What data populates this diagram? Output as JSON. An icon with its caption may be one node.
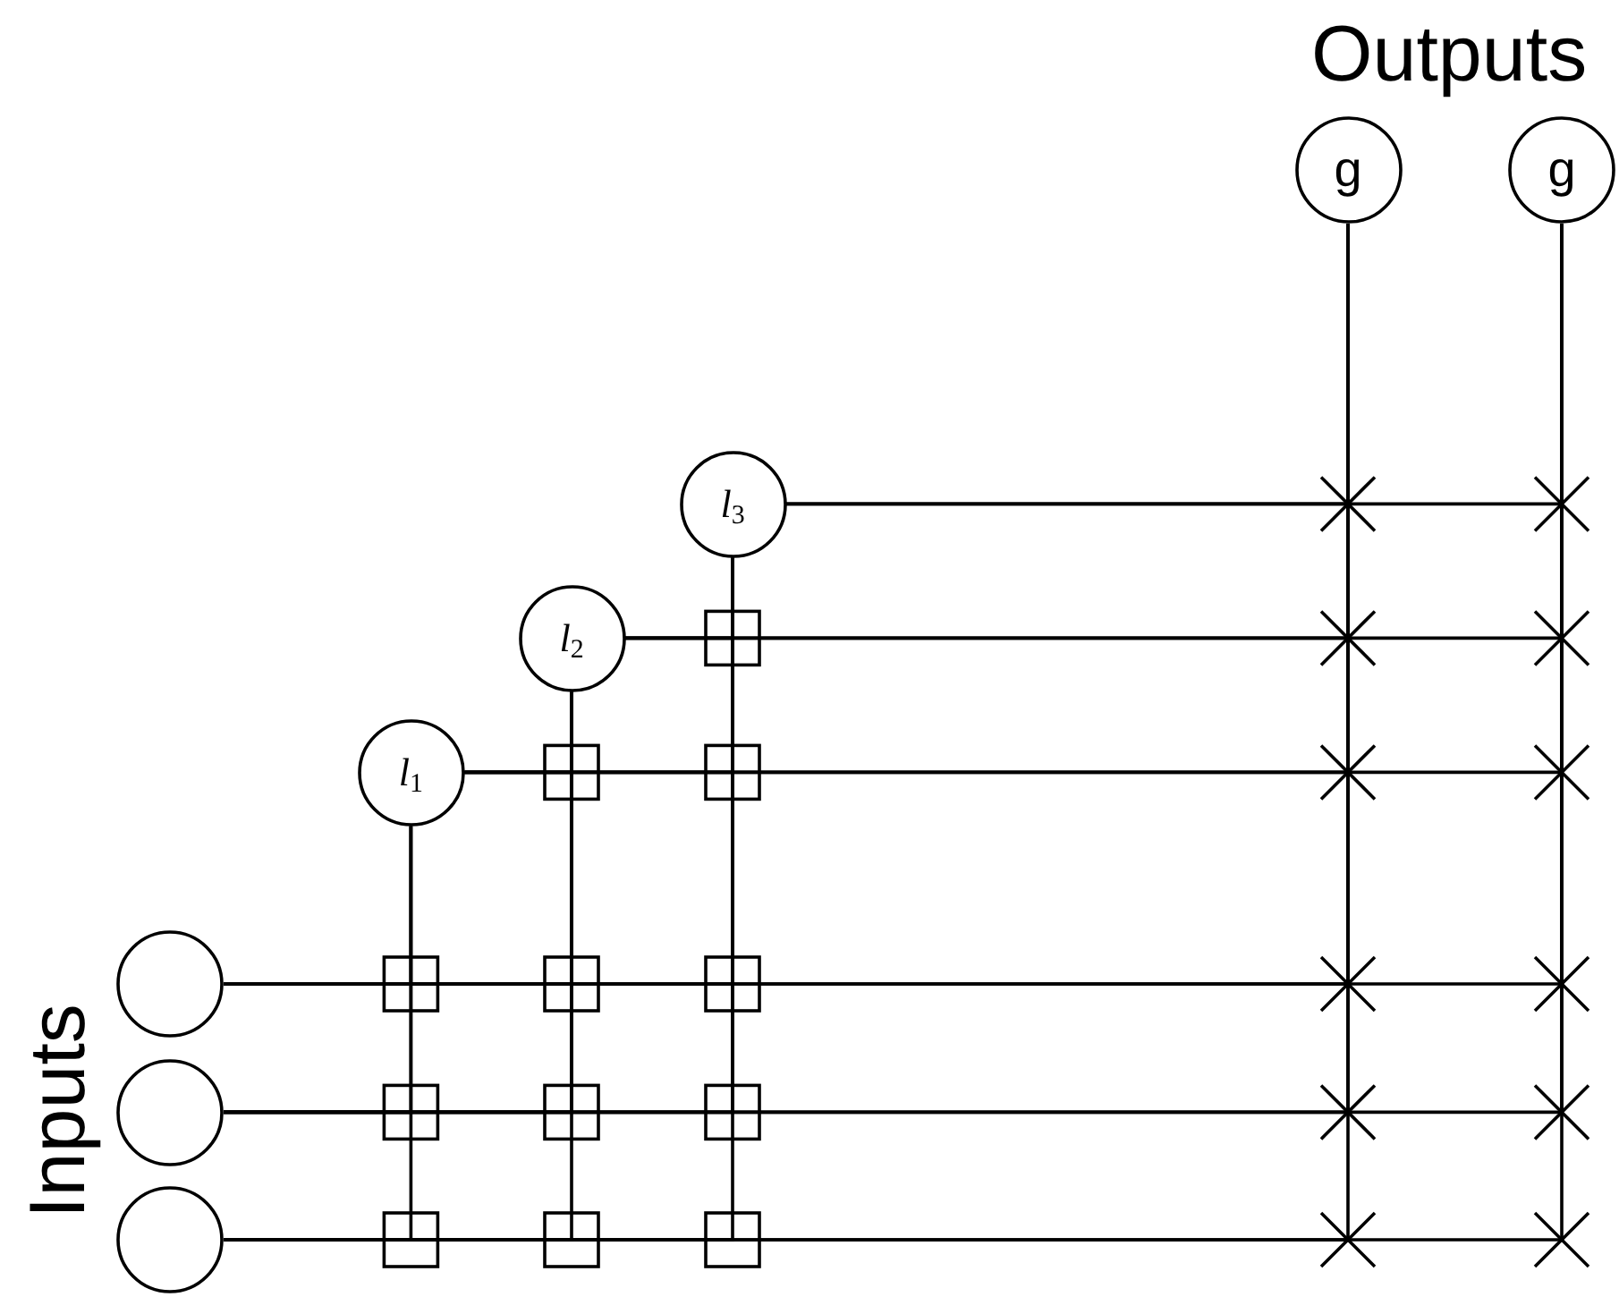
{
  "diagram": {
    "nodes": [
      {
        "text": [
          "g"
        ]
      },
      {
        "text": [
          "g"
        ]
      },
      {
        "text": [
          "*l*$_{3}$"
        ]
      },
      {
        "text": [
          "*l*$_{2}$"
        ]
      },
      {
        "text": [
          "*l*$_{1}$"
        ]
      },
      {
        "text": [],
        "shape": "circle"
      },
      {
        "text": [],
        "shape": "circle"
      },
      {
        "text": [],
        "shape": "circle"
      }
    ],
    "edges": [
      {
        "from": 2,
        "to": 0,
        "arrow": "none"
      },
      {
        "from": 2,
        "to": 1,
        "arrow": "none"
      },
      {
        "from": 3,
        "to": 2,
        "arrow": "none"
      },
      {
        "from": 3,
        "to": 0,
        "arrow": "none"
      },
      {
        "from": 3,
        "to": 1,
        "arrow": "none"
      },
      {
        "from": 4,
        "to": 3,
        "arrow": "none"
      },
      {
        "from": 4,
        "to": 2,
        "arrow": "none"
      },
      {
        "from": 4,
        "to": 0,
        "arrow": "none"
      },
      {
        "from": 4,
        "to": 1,
        "arrow": "none"
      },
      {
        "from": 5,
        "to": 4,
        "arrow": "none"
      },
      {
        "from": 5,
        "to": 3,
        "arrow": "none"
      },
      {
        "from": 5,
        "to": 2,
        "arrow": "none"
      },
      {
        "from": 5,
        "to": 0,
        "arrow": "none"
      },
      {
        "from": 5,
        "to": 1,
        "arrow": "none"
      },
      {
        "from": 6,
        "to": 4,
        "arrow": "none"
      },
      {
        "from": 6,
        "to": 3,
        "arrow": "none"
      },
      {
        "from": 6,
        "to": 2,
        "arrow": "none"
      },
      {
        "from": 6,
        "to": 0,
        "arrow": "none"
      },
      {
        "from": 6,
        "to": 1,
        "arrow": "none"
      },
      {
        "from": 7,
        "to": 4,
        "arrow": "none"
      },
      {
        "from": 7,
        "to": 3,
        "arrow": "none"
      },
      {
        "from": 7,
        "to": 2,
        "arrow": "none"
      },
      {
        "from": 7,
        "to": 0,
        "arrow": "none"
      },
      {
        "from": 7,
        "to": 1,
        "arrow": "none"
      }
    ],
    "labels": [
      "Outputs",
      "Inputs"
    ]
  }
}
